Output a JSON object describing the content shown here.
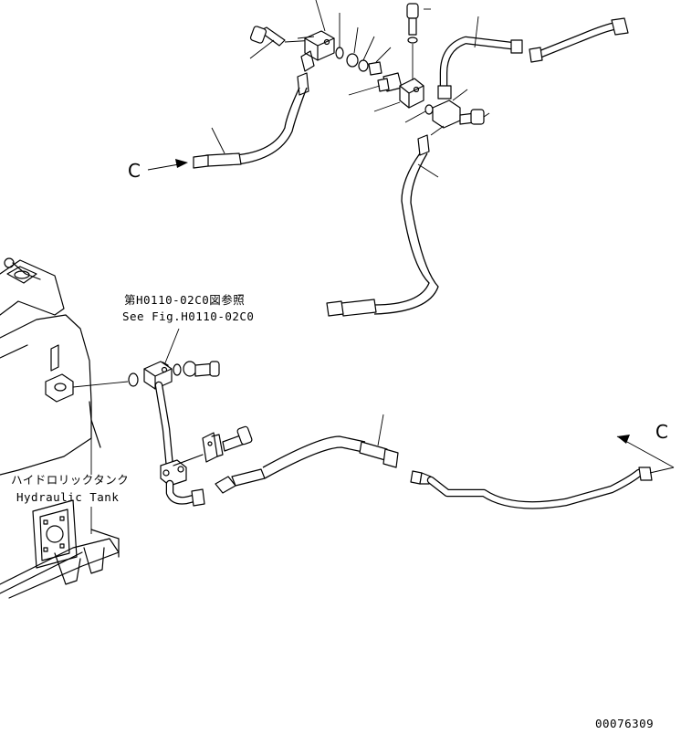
{
  "reference_label_jp": "第H0110-02C0図参照",
  "reference_label_en": "See Fig.H0110-02C0",
  "tank_label_jp": "ハイドロリックタンク",
  "tank_label_en": "Hydraulic Tank",
  "connector_top": "C",
  "connector_right": "C",
  "drawing_number": "00076309"
}
